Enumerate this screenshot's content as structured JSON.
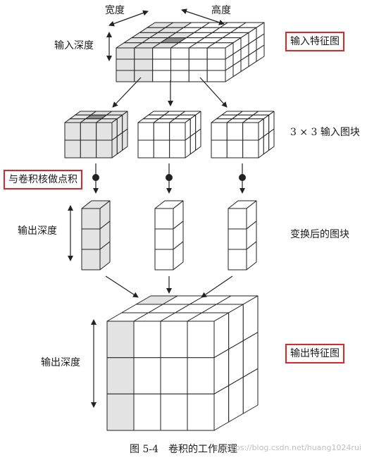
{
  "labels": {
    "width": "宽度",
    "height": "高度",
    "input_depth": "输入深度",
    "input_feature_map": "输入特征图",
    "patch_3x3": "3 × 3 输入图块",
    "dot_with_kernel": "与卷积核做点积",
    "output_depth_top": "输出深度",
    "transformed_patch": "变换后的图块",
    "output_depth_bottom": "输出深度",
    "output_feature_map": "输出特征图"
  },
  "caption": "图 5-4　卷积的工作原理",
  "watermark": "https://blog.csdn.net/huang1024rui",
  "colors": {
    "highlight_box": "#e0242b",
    "gray_face": "#e3e3e3",
    "dark_cell": "#8a8a8a",
    "line": "#222222"
  }
}
